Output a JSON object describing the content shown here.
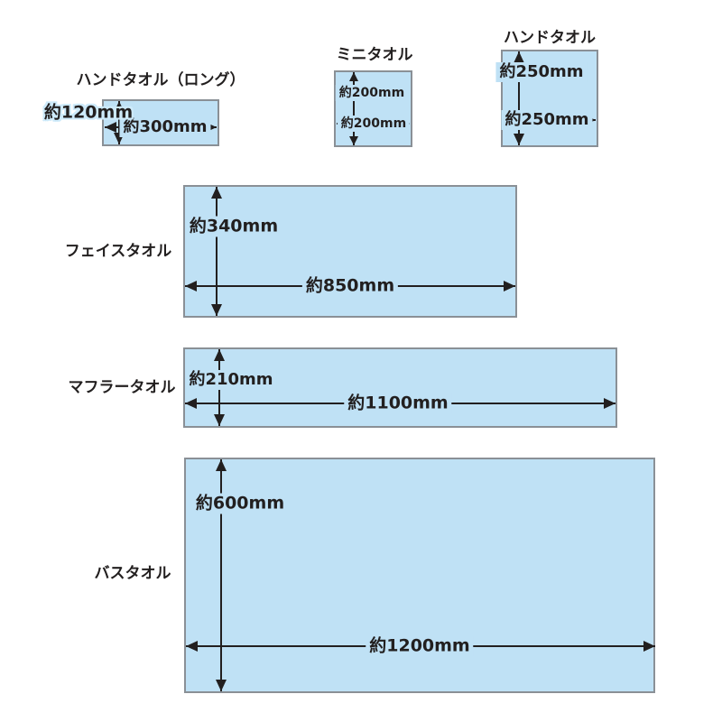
{
  "diagram_title": "towel size chart",
  "colors": {
    "towel_fill": "#bfe1f5",
    "towel_border": "#8a9096",
    "line_and_text": "#221f1f",
    "label_halo": "#cdeafa",
    "background": "#ffffff"
  },
  "towels": [
    {
      "key": "hand-towel-long",
      "title": "ハンドタオル（ロング）",
      "height_label": "約120mm",
      "width_label": "約300mm"
    },
    {
      "key": "mini-towel",
      "title": "ミニタオル",
      "height_label": "約200mm",
      "width_label": "約200mm"
    },
    {
      "key": "hand-towel",
      "title": "ハンドタオル",
      "height_label": "約250mm",
      "width_label": "約250mm"
    },
    {
      "key": "face-towel",
      "title": "フェイスタオル",
      "height_label": "約340mm",
      "width_label": "約850mm"
    },
    {
      "key": "muffler-towel",
      "title": "マフラータオル",
      "height_label": "約210mm",
      "width_label": "約1100mm"
    },
    {
      "key": "bath-towel",
      "title": "バスタオル",
      "height_label": "約600mm",
      "width_label": "約1200mm"
    }
  ]
}
